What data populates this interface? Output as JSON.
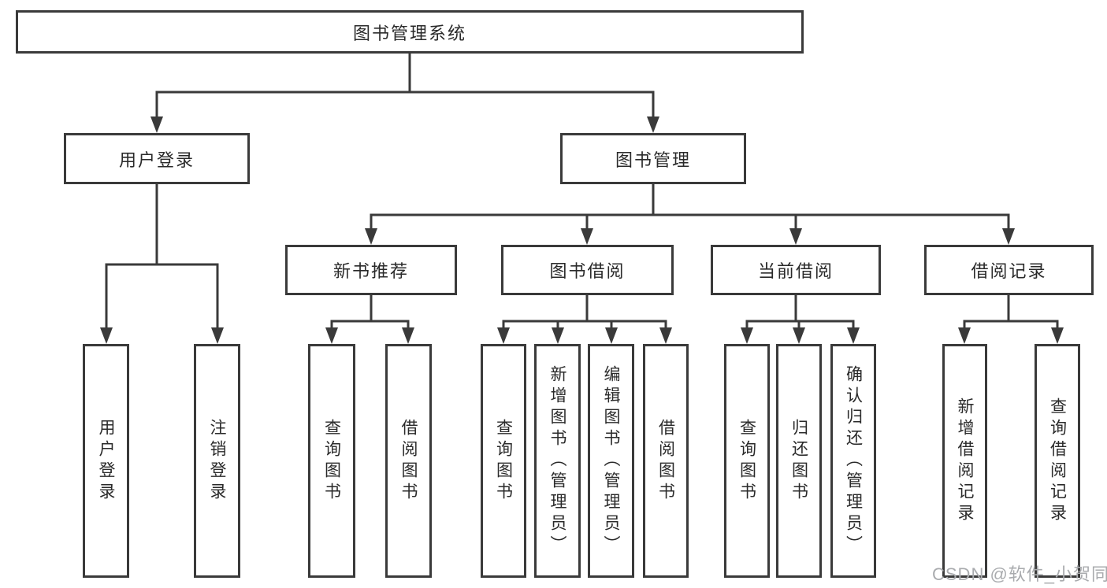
{
  "diagram": {
    "title_node": {
      "label": "图书管理系统"
    },
    "level2": [
      {
        "label": "用户登录"
      },
      {
        "label": "图书管理"
      }
    ],
    "level3": [
      {
        "label": "新书推荐"
      },
      {
        "label": "图书借阅"
      },
      {
        "label": "当前借阅"
      },
      {
        "label": "借阅记录"
      }
    ],
    "leaves": [
      {
        "label": "用户登录"
      },
      {
        "label": "注销登录"
      },
      {
        "label": "查询图书"
      },
      {
        "label": "借阅图书"
      },
      {
        "label": "查询图书"
      },
      {
        "label": "新增图书（管理员）"
      },
      {
        "label": "编辑图书（管理员）"
      },
      {
        "label": "借阅图书"
      },
      {
        "label": "查询图书"
      },
      {
        "label": "归还图书"
      },
      {
        "label": "确认归还（管理员）"
      },
      {
        "label": "新增借阅记录"
      },
      {
        "label": "查询借阅记录"
      }
    ],
    "colors": {
      "line": "#3a3a3a",
      "text": "#2a2a2a",
      "background": "#ffffff",
      "watermark": "#a9abae"
    }
  },
  "watermark": {
    "text": "CSDN @软件_小贺同学"
  }
}
